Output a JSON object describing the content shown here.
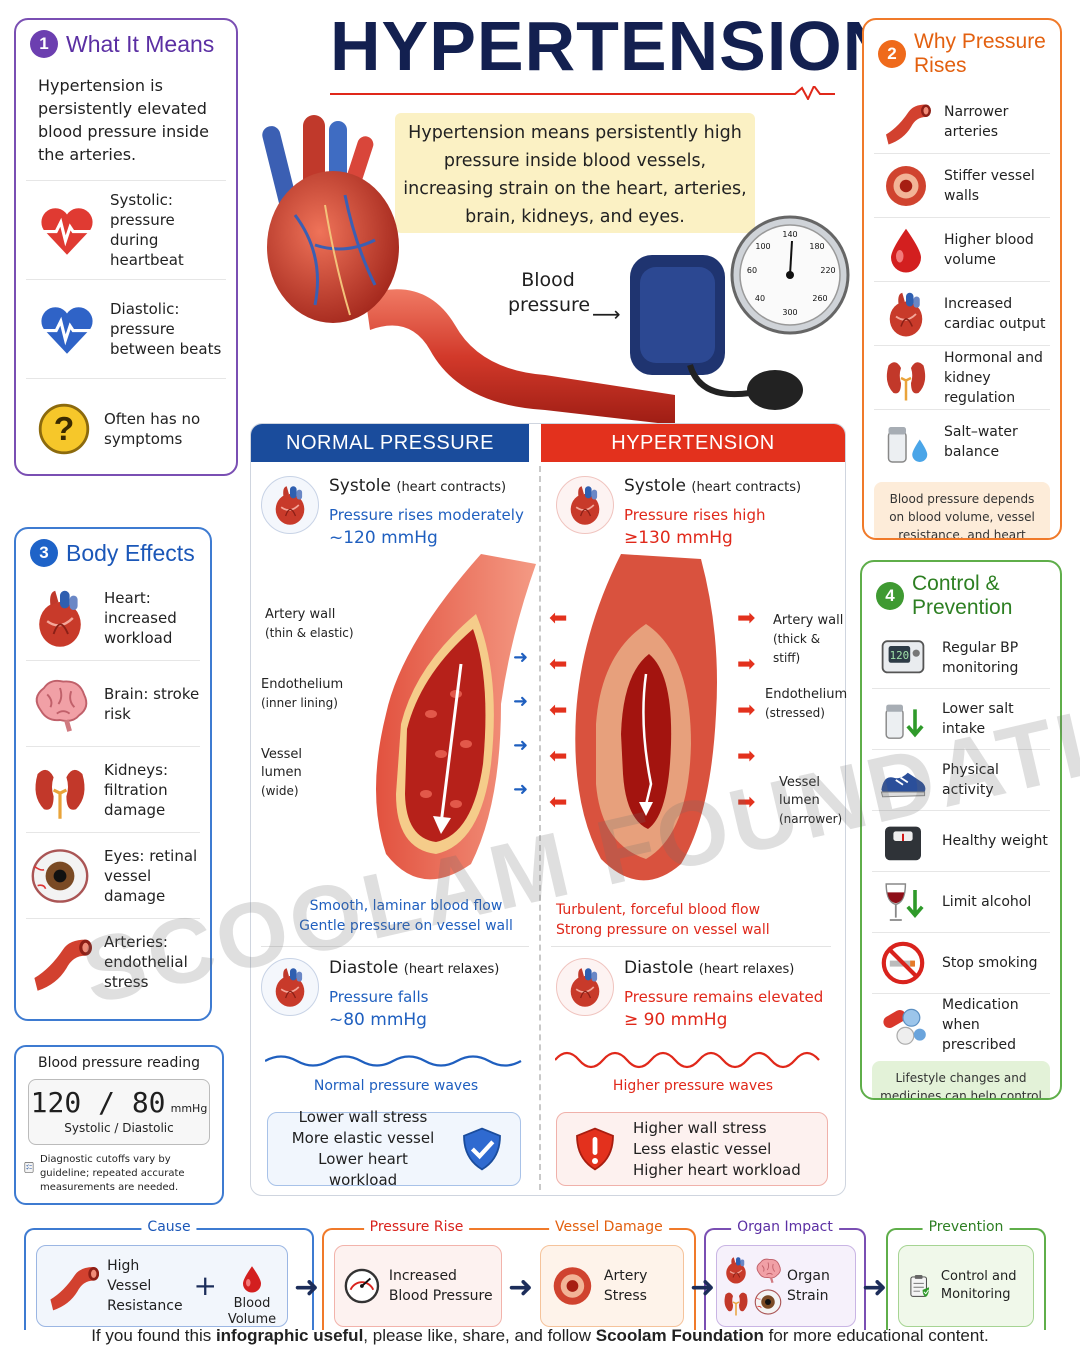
{
  "title": "HYPERTENSION",
  "headline": "Hypertension means persistently high pressure inside blood vessels, increasing strain on the heart, arteries, brain, kidneys, and eyes.",
  "blood_pressure_label": "Blood pressure",
  "what_it_means": {
    "number": "1",
    "title": "What It Means",
    "intro": "Hypertension is persistently elevated blood pressure inside the arteries.",
    "items": [
      {
        "icon": "heart-ecg-icon",
        "text": "Systolic: pressure during heartbeat"
      },
      {
        "icon": "blue-heart-ecg-icon",
        "text": "Diastolic: pressure between beats"
      },
      {
        "icon": "question-mark-icon",
        "text": "Often has no symptoms"
      }
    ]
  },
  "why_pressure_rises": {
    "number": "2",
    "title": "Why Pressure Rises",
    "items": [
      {
        "icon": "narrow-artery-icon",
        "text": "Narrower arteries"
      },
      {
        "icon": "stiff-vessel-icon",
        "text": "Stiffer vessel walls"
      },
      {
        "icon": "blood-drop-icon",
        "text": "Higher blood volume"
      },
      {
        "icon": "heart-icon",
        "text": "Increased cardiac output"
      },
      {
        "icon": "kidney-icon",
        "text": "Hormonal and kidney regulation"
      },
      {
        "icon": "salt-water-icon",
        "text": "Salt–water balance"
      }
    ],
    "note": "Blood pressure depends on blood volume, vessel resistance, and heart pumping force."
  },
  "body_effects": {
    "number": "3",
    "title": "Body Effects",
    "items": [
      {
        "icon": "heart-icon",
        "text": "Heart: increased workload"
      },
      {
        "icon": "brain-icon",
        "text": "Brain: stroke risk"
      },
      {
        "icon": "kidney-icon",
        "text": "Kidneys: filtration damage"
      },
      {
        "icon": "eye-icon",
        "text": "Eyes: retinal vessel damage"
      },
      {
        "icon": "artery-icon",
        "text": "Arteries: endothelial stress"
      }
    ]
  },
  "control_prevention": {
    "number": "4",
    "title": "Control & Prevention",
    "items": [
      {
        "icon": "bp-monitor-icon",
        "text": "Regular BP monitoring"
      },
      {
        "icon": "salt-shaker-icon",
        "text": "Lower salt intake"
      },
      {
        "icon": "running-shoe-icon",
        "text": "Physical activity"
      },
      {
        "icon": "scale-icon",
        "text": "Healthy weight"
      },
      {
        "icon": "wine-glass-icon",
        "text": "Limit alcohol"
      },
      {
        "icon": "no-smoking-icon",
        "text": "Stop smoking"
      },
      {
        "icon": "pills-icon",
        "text": "Medication when prescribed"
      }
    ],
    "note": "Lifestyle changes and medicines can help control blood pressure."
  },
  "bp_reading": {
    "title": "Blood pressure reading",
    "value": "120 / 80",
    "unit": "mmHg",
    "sub": "Systolic  /  Diastolic",
    "note": "Diagnostic cutoffs vary by guideline; repeated accurate measurements are needed."
  },
  "normal": {
    "heading": "NORMAL PRESSURE",
    "systole_title": "Systole",
    "systole_sub": "(heart contracts)",
    "systole_line": "Pressure rises moderately",
    "systole_value": "~120 mmHg",
    "labels": {
      "wall": "Artery wall",
      "wall_sub": "(thin & elastic)",
      "endo": "Endothelium",
      "endo_sub": "(inner lining)",
      "lumen": "Vessel lumen",
      "lumen_sub": "(wide)"
    },
    "flow_1": "Smooth, laminar blood flow",
    "flow_2": "Gentle pressure on vessel wall",
    "diastole_title": "Diastole",
    "diastole_sub": "(heart relaxes)",
    "diastole_line": "Pressure falls",
    "diastole_value": "~80 mmHg",
    "wave_caption": "Normal pressure waves",
    "stress": [
      "Lower wall stress",
      "More elastic vessel",
      "Lower heart workload"
    ]
  },
  "hyper": {
    "heading": "HYPERTENSION",
    "systole_title": "Systole",
    "systole_sub": "(heart contracts)",
    "systole_line": "Pressure rises high",
    "systole_value": "≥130 mmHg",
    "labels": {
      "wall": "Artery wall",
      "wall_sub": "(thick & stiff)",
      "endo": "Endothelium",
      "endo_sub": "(stressed)",
      "lumen": "Vessel lumen",
      "lumen_sub": "(narrower)"
    },
    "flow_1": "Turbulent, forceful blood flow",
    "flow_2": "Strong pressure on vessel wall",
    "diastole_title": "Diastole",
    "diastole_sub": "(heart relaxes)",
    "diastole_line": "Pressure remains elevated",
    "diastole_value": "≥ 90 mmHg",
    "wave_caption": "Higher pressure waves",
    "stress": [
      "Higher wall stress",
      "Less elastic vessel",
      "Higher heart workload"
    ]
  },
  "flow": {
    "stages": [
      "Cause",
      "Pressure Rise",
      "Vessel Damage",
      "Organ Impact",
      "Prevention"
    ],
    "cause_a": "High Vessel Resistance",
    "plus": "+",
    "cause_b": "Blood Volume",
    "rise": "Increased Blood Pressure",
    "damage": "Artery Stress",
    "organ": "Organ Strain",
    "prevention": "Control and Monitoring"
  },
  "footer": {
    "pre": "If you found this ",
    "bold1": "infographic useful",
    "mid": ", please like, share, and follow ",
    "bold2": "Scoolam Foundation",
    "post": " for more educational content."
  },
  "watermark": "SCOOLAM FOUNDATION",
  "colors": {
    "navy": "#132050",
    "normal_blue": "#1a4c9c",
    "hyper_red": "#e3311d",
    "panel1": "#7a4fb3",
    "panel2": "#f07a2a",
    "panel3": "#3e7bd1",
    "panel4": "#5fae4a"
  }
}
